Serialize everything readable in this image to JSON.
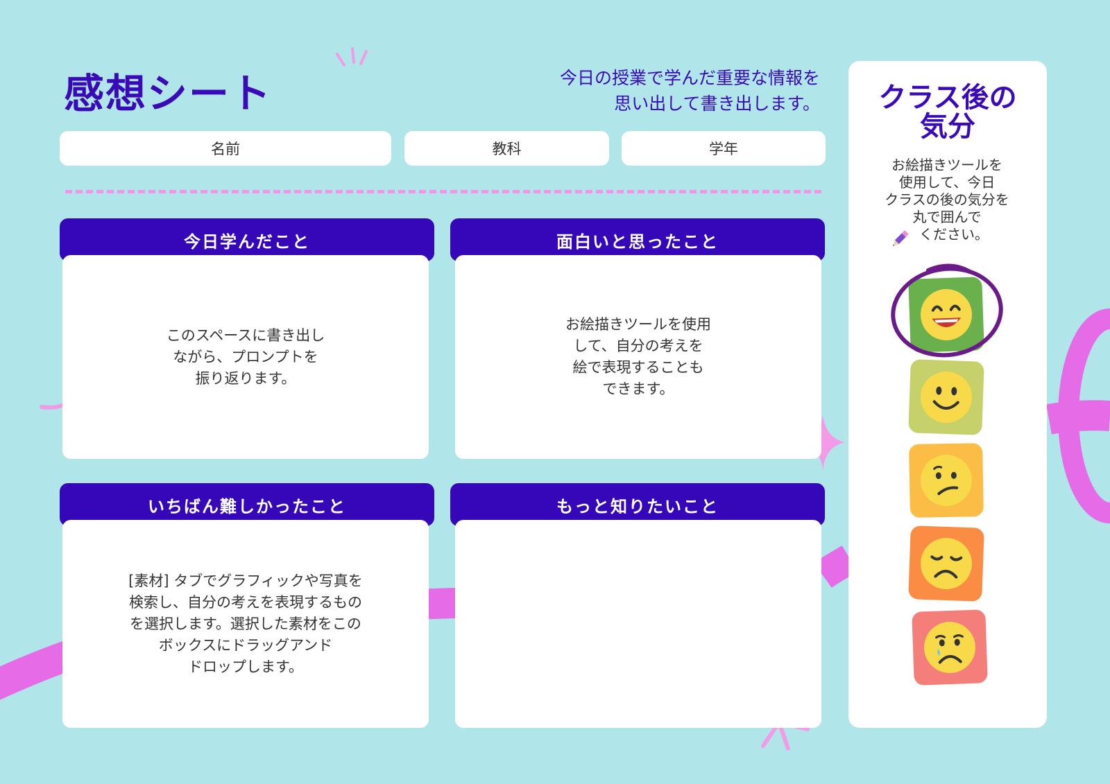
{
  "header": {
    "title": "感想シート",
    "subtitle_line1": "今日の授業で学んだ重要な情報を",
    "subtitle_line2": "思い出して書き出します。"
  },
  "fields": {
    "name": "名前",
    "subject": "教科",
    "grade": "学年"
  },
  "cards": [
    {
      "heading": "今日学んだこと",
      "body": "このスペースに書き出し\nながら、プロンプトを\n振り返ります。"
    },
    {
      "heading": "面白いと思ったこと",
      "body": "お絵描きツールを使用\nして、自分の考えを\n絵で表現することも\nできます。"
    },
    {
      "heading": "いちばん難しかったこと",
      "body": "[素材] タブでグラフィックや写真を\n検索し、自分の考えを表現するもの\nを選択します。選択した素材をこの\nボックスにドラッグアンド\nドロップします。"
    },
    {
      "heading": "もっと知りたいこと",
      "body": ""
    }
  ],
  "mood_panel": {
    "title": "クラス後の\n気分",
    "instructions": "お絵描きツールを\n使用して、今日\nクラスの後の気分を\n丸で囲んで\n　ください。",
    "icon": "pencil-icon",
    "selected": "very-happy",
    "moods": [
      {
        "id": "very-happy",
        "icon": "grinning-face-icon",
        "color": "#6ab04c"
      },
      {
        "id": "happy",
        "icon": "smiling-face-icon",
        "color": "#c6d16b"
      },
      {
        "id": "confused",
        "icon": "confused-face-icon",
        "color": "#fbbd45"
      },
      {
        "id": "sad",
        "icon": "sad-face-icon",
        "color": "#fb8c44"
      },
      {
        "id": "crying",
        "icon": "crying-face-icon",
        "color": "#f37e7a"
      }
    ]
  },
  "colors": {
    "background": "#b0e6e9",
    "accent": "#3507b8",
    "pink": "#e66be6"
  }
}
